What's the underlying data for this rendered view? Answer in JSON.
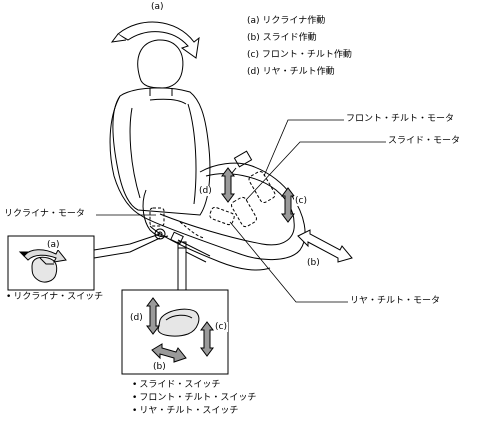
{
  "legend": [
    "(a) リクライナ作動",
    "(b) スライド作動",
    "(c) フロント・チルト作動",
    "(d) リヤ・チルト作動"
  ],
  "callouts": {
    "front_tilt_motor": "フロント・チルト・モータ",
    "slide_motor": "スライド・モータ",
    "recliner_motor": "リクライナ・モータ",
    "rear_tilt_motor": "リヤ・チルト・モータ"
  },
  "arrow_tags": {
    "a_top": "(a)",
    "b_right": "(b)",
    "c_right": "(c)",
    "d_left": "(d)",
    "a_inset": "(a)",
    "d_inset": "(d)",
    "c_inset": "(c)",
    "b_inset": "(b)"
  },
  "recliner_switch_label": "リクライナ・スイッチ",
  "switch_list": [
    "スライド・スイッチ",
    "フロント・チルト・スイッチ",
    "リヤ・チルト・スイッチ"
  ]
}
